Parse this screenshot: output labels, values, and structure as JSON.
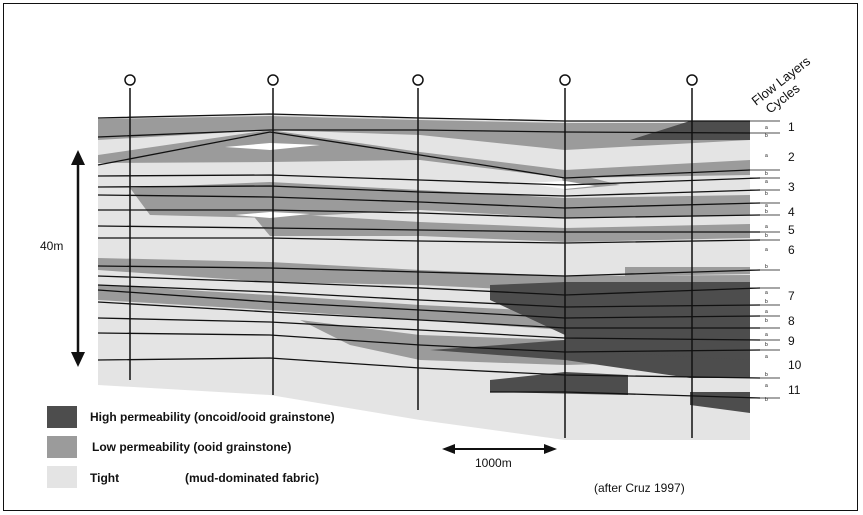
{
  "header": {
    "flow_layers": "Flow Layers",
    "cycles": "Cycles"
  },
  "scale": {
    "vertical": "40m",
    "horizontal": "1000m"
  },
  "cycles": [
    "1",
    "2",
    "3",
    "4",
    "5",
    "6",
    "7",
    "8",
    "9",
    "10",
    "11"
  ],
  "flow_layer_marks": [
    "a",
    "b",
    "a",
    "b",
    "a",
    "b",
    "a",
    "b",
    "a",
    "b",
    "a",
    "b",
    "a",
    "b",
    "a",
    "b",
    "a",
    "b",
    "a",
    "b",
    "a",
    "b"
  ],
  "legend": [
    {
      "label": "High permeability (oncoid/ooid grainstone)",
      "color": "#4d4d4d"
    },
    {
      "label": "Low permeability (ooid grainstone)",
      "color": "#9b9b9b"
    },
    {
      "label": "Tight",
      "note": "(mud-dominated fabric)",
      "color": "#e4e4e4"
    }
  ],
  "citation": "(after Cruz 1997)",
  "colors": {
    "high": "#4d4d4d",
    "low": "#9b9b9b",
    "tight": "#e4e4e4"
  }
}
